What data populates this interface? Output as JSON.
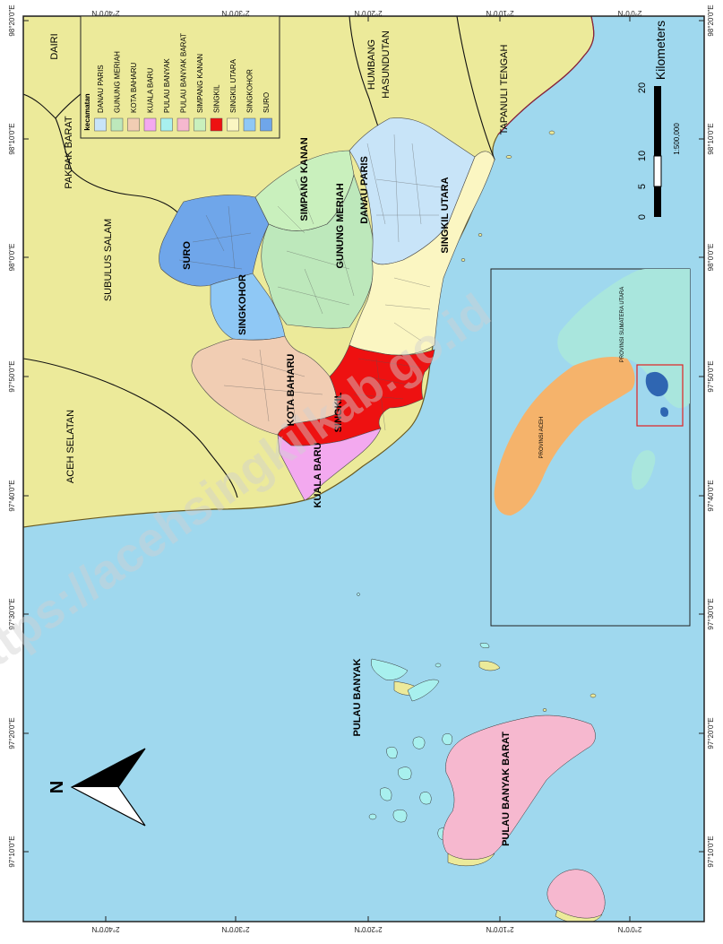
{
  "colors": {
    "sea": "#9fd8ee",
    "land": "#ecea9a",
    "danau_paris": "#c8e4f8",
    "gunung_meriah": "#bde8bb",
    "kota_baharu": "#f1cdb3",
    "kuala_baru": "#f3a9ef",
    "pulau_banyak": "#a8f0ee",
    "pulau_banyak_barat": "#f6b8cf",
    "simpang_kanan": "#c9f0bd",
    "singkil": "#ee1111",
    "singkil_utara": "#fbf6c2",
    "singkohor": "#8fc8f5",
    "suro": "#6fa6ea",
    "inset_aceh": "#f5b36b",
    "inset_sumut": "#a9e6dd",
    "inset_frame": "#e12222"
  },
  "coords": {
    "top": [
      "2°40'0\"N",
      "2°30'0\"N",
      "2°20'0\"N",
      "2°10'0\"N",
      "2°0'0\"N"
    ],
    "bottom": [
      "2°40'0\"N",
      "2°30'0\"N",
      "2°20'0\"N",
      "2°10'0\"N",
      "2°0'0\"N"
    ],
    "left": [
      "98°20'0\"E",
      "98°10'0\"E",
      "98°0'0\"E",
      "97°50'0\"E",
      "97°40'0\"E",
      "97°30'0\"E",
      "97°20'0\"E",
      "97°10'0\"E"
    ],
    "right": [
      "98°20'0\"E",
      "98°10'0\"E",
      "98°0'0\"E",
      "97°50'0\"E",
      "97°40'0\"E",
      "97°30'0\"E",
      "97°20'0\"E",
      "97°10'0\"E"
    ]
  },
  "regions": {
    "dairi": "DAIRI",
    "pakpak_barat": "PAKPAK BARAT",
    "subulus_salam": "SUBULUS SALAM",
    "aceh_selatan": "ACEH SELATAN",
    "humbang": "HUMBANG",
    "hasundutan": "HASUNDUTAN",
    "tapanuli_tengah": "TAPANULI TENGAH"
  },
  "districts": {
    "suro": "SURO",
    "singkohor": "SINGKOHOR",
    "simpang_kanan": "SIMPANG KANAN",
    "gunung_meriah": "GUNUNG MERIAH",
    "danau_paris": "DANAU PARIS",
    "singkil_utara": "SINGKIL UTARA",
    "kota_baharu": "KOTA BAHARU",
    "singkil": "SINGKIL",
    "kuala_baru": "KUALA BARU",
    "pulau_banyak": "PULAU BANYAK",
    "pulau_banyak_barat": "PULAU BANYAK BARAT"
  },
  "legend": {
    "title": "kecamatan",
    "items": [
      {
        "label": "DANAU PARIS",
        "color": "#c8e4f8"
      },
      {
        "label": "GUNUNG MERIAH",
        "color": "#bde8bb"
      },
      {
        "label": "KOTA BAHARU",
        "color": "#f1cdb3"
      },
      {
        "label": "KUALA BARU",
        "color": "#f3a9ef"
      },
      {
        "label": "PULAU BANYAK",
        "color": "#a8f0ee"
      },
      {
        "label": "PULAU BANYAK BARAT",
        "color": "#f6b8cf"
      },
      {
        "label": "SIMPANG KANAN",
        "color": "#c9f0bd"
      },
      {
        "label": "SINGKIL",
        "color": "#ee1111"
      },
      {
        "label": "SINGKIL UTARA",
        "color": "#fbf6c2"
      },
      {
        "label": "SINGKOHOR",
        "color": "#8fc8f5"
      },
      {
        "label": "SURO",
        "color": "#6fa6ea"
      }
    ]
  },
  "scale": {
    "ticks": [
      "0",
      "5",
      "10",
      "20"
    ],
    "unit": "Kilometers",
    "ratio": "1:500,000"
  },
  "inset": {
    "aceh": "PROVINSI ACEH",
    "sumut": "PROVINSI SUMATERA UTARA"
  },
  "north": "N",
  "watermark": "https://acehsingkilkab.go.id"
}
